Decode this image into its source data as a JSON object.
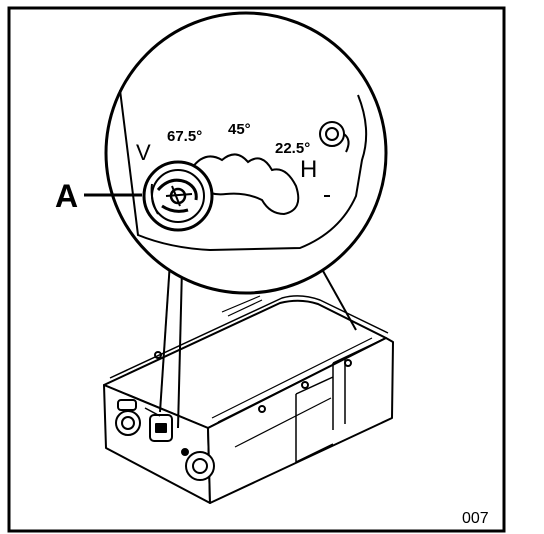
{
  "figure": {
    "callout_label": "A",
    "scale_labels": {
      "vertical": "V",
      "angle_67": "67.5°",
      "angle_45": "45°",
      "angle_22": "22.5°",
      "horizontal": "H"
    },
    "figure_number": "007"
  },
  "colors": {
    "ink": "#000000",
    "paper": "#ffffff"
  }
}
